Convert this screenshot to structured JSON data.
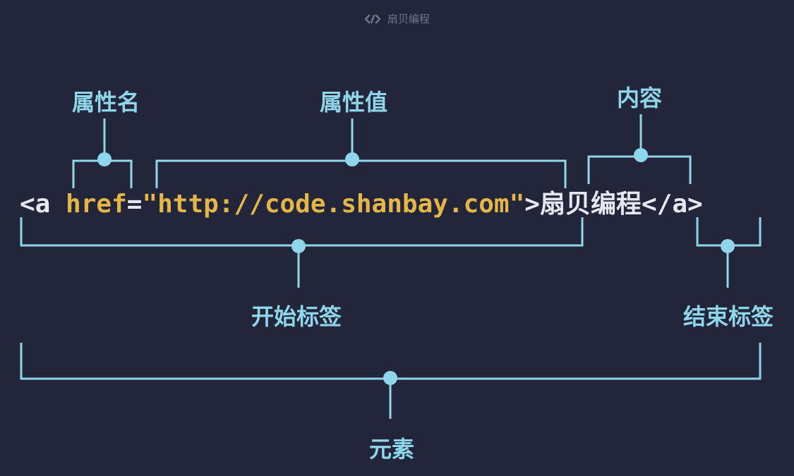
{
  "brand": {
    "text": "扇贝编程",
    "icon": "code-brackets-icon"
  },
  "colors": {
    "background": "#23263a",
    "annotation": "#8fd6ea",
    "attribute": "#e4b647",
    "plain": "#e6e8ef"
  },
  "code": {
    "open_lt": "<a",
    "attr_name": "href",
    "equals": "=",
    "attr_value": "\"http://code.shanbay.com\"",
    "open_gt": ">",
    "content": "扇贝编程",
    "close_tag": "</a>"
  },
  "labels": {
    "attr_name": "属性名",
    "attr_value": "属性值",
    "content": "内容",
    "start_tag": "开始标签",
    "end_tag": "结束标签",
    "element": "元素"
  }
}
